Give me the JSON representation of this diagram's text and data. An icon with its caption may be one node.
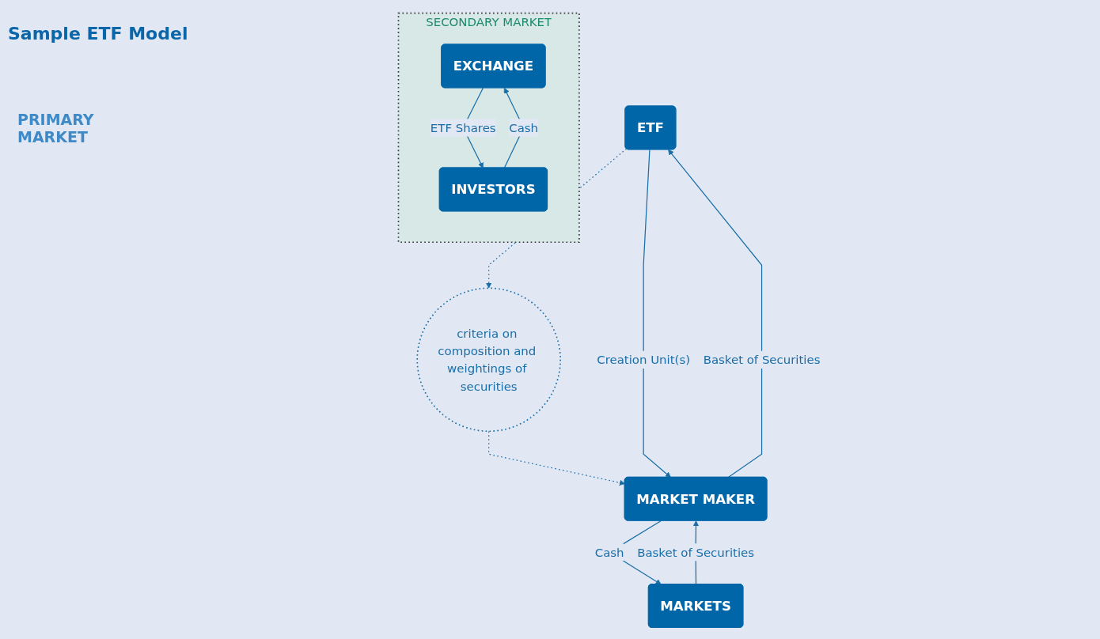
{
  "diagram": {
    "title": "Sample ETF Model",
    "nodes": [
      {
        "text": [
          "ETF"
        ]
      },
      {
        "text": [
          "criteria on composition and weightings of securities"
        ]
      },
      {
        "text": [
          "MARKETS"
        ]
      },
      {
        "text": [
          "MARKET MAKER"
        ]
      },
      {
        "text": [
          "SECONDARY MARKET"
        ]
      },
      {
        "text": [
          "EXCHANGE"
        ],
        "in": 4
      },
      {
        "text": [
          "INVESTORS"
        ],
        "in": 4
      }
    ],
    "edges": [
      {
        "from": 0,
        "to": 1,
        "arrow": "to",
        "style": "dashed"
      },
      {
        "from": 1,
        "to": 3,
        "arrow": "to",
        "style": "dashed"
      },
      {
        "from": 0,
        "to": 3,
        "arrow": "to",
        "label": "Creation Unit(s)"
      },
      {
        "from": 3,
        "to": 0,
        "arrow": "to",
        "label": "Basket of Securities"
      },
      {
        "from": 3,
        "to": 2,
        "arrow": "to",
        "label": "Cash"
      },
      {
        "from": 2,
        "to": 3,
        "arrow": "to",
        "label": "Basket of Securities"
      },
      {
        "from": 6,
        "to": 5,
        "arrow": "to",
        "label": "Cash"
      },
      {
        "from": 5,
        "to": 6,
        "arrow": "to",
        "label": "ETF Shares"
      }
    ],
    "labels": [
      "PRIMARY MARKET"
    ]
  }
}
